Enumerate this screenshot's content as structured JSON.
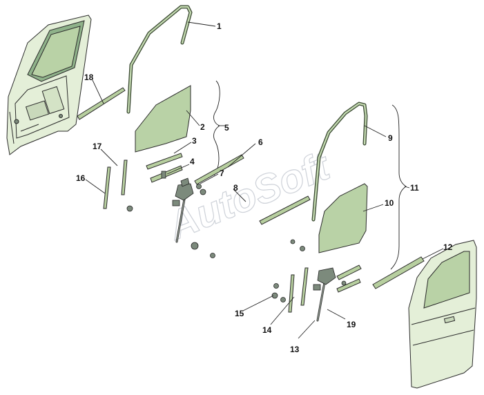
{
  "diagram": {
    "watermark": "AutoSoft",
    "callouts": [
      "1",
      "2",
      "3",
      "4",
      "5",
      "6",
      "7",
      "8",
      "9",
      "10",
      "11",
      "12",
      "13",
      "14",
      "15",
      "16",
      "17",
      "18",
      "19"
    ],
    "colors": {
      "glass": "#b9d2a6",
      "door_panel": "#e4efd8",
      "seal": "#3b4a33",
      "outline": "#2a2a2a"
    }
  }
}
